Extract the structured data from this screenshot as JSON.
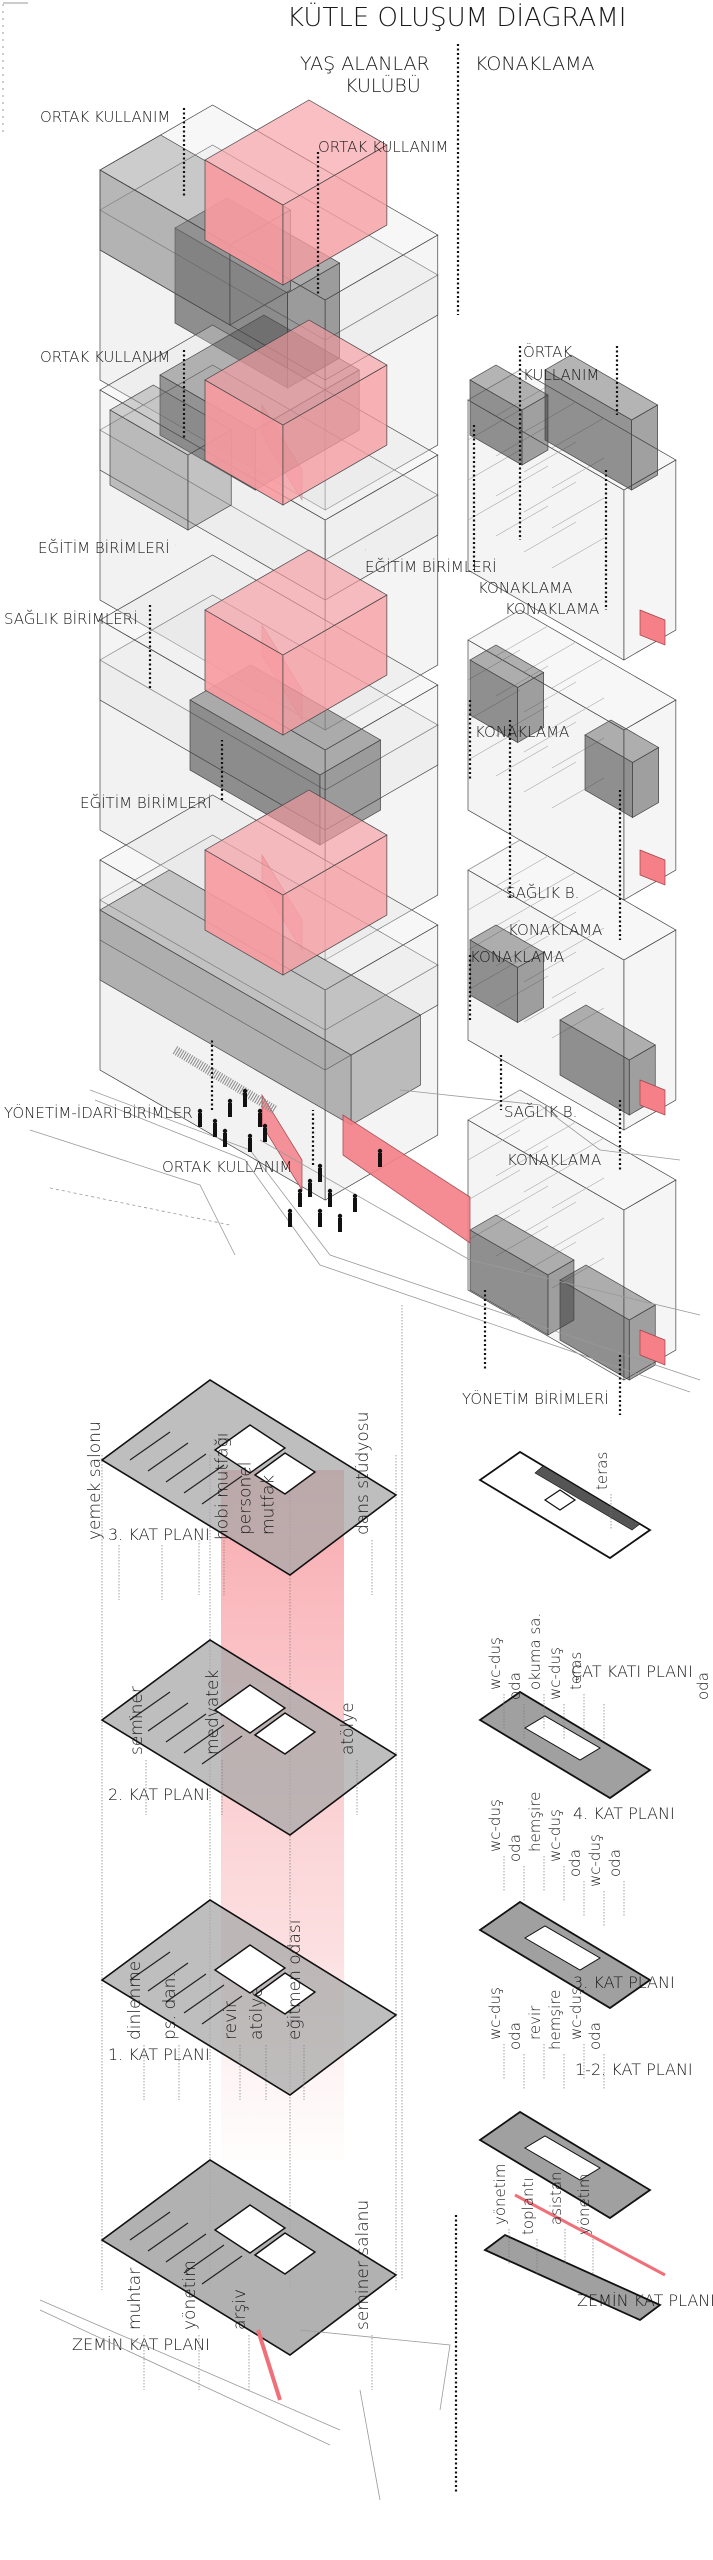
{
  "title": "KÜTLE OLUŞUM DİAGRAMI",
  "columns": {
    "left": "YAŞ ALANLAR KULÜBÜ",
    "right": "KONAKLAMA"
  },
  "colors": {
    "accent_pink": "#f79aa0",
    "dark_mass": "#3c3c3c",
    "mid_mass": "#7a7a7a",
    "ghost_mass": "#e6e6e6",
    "plan_grey": "#a8a8a8",
    "line": "#111111"
  },
  "massing": {
    "club_levels": [
      {
        "labels": [
          "ORTAK KULLANIM",
          "ORTAK KULLANIM"
        ]
      },
      {
        "labels": [
          "ORTAK KULLANIM",
          "EĞİTİM BİRİMLERİ",
          "EĞİTİM BİRİMLERİ"
        ]
      },
      {
        "labels": [
          "SAĞLIK BİRİMLERİ",
          "EĞİTİM BİRİMLERİ"
        ]
      },
      {
        "labels": [
          "YÖNETİM-İDARİ BİRİMLER",
          "ORTAK KULLANIM"
        ]
      }
    ],
    "lodging_levels": [
      {
        "labels": [
          "ÖRTAK",
          "KULLANIM",
          "KONAKLAMA",
          "KONAKLAMA"
        ]
      },
      {
        "labels": [
          "KONAKLAMA",
          "SAĞLIK B.",
          "KONAKLAMA"
        ]
      },
      {
        "labels": [
          "KONAKLAMA",
          "SAĞLIK B.",
          "KONAKLAMA"
        ]
      },
      {
        "labels": [
          "YÖNETİM BİRİMLERİ"
        ]
      }
    ]
  },
  "club_plans": [
    {
      "name": "3. KAT PLANI",
      "rooms": [
        "yemek salonu",
        "hobi mutfağı",
        "personel",
        "mutfak",
        "dans stüdyosu"
      ]
    },
    {
      "name": "2. KAT PLANI",
      "rooms": [
        "seminer",
        "medyatek",
        "atölye"
      ]
    },
    {
      "name": "1. KAT PLANI",
      "rooms": [
        "dinlenme",
        "ps. dan.",
        "revir",
        "atölye",
        "eğitmen odası"
      ]
    },
    {
      "name": "ZEMİN KAT PLANI",
      "rooms": [
        "muhtar",
        "yönetim",
        "arşiv",
        "seminer salanu"
      ]
    }
  ],
  "lodging_plans": [
    {
      "name": "ÇAT KATI PLANI",
      "rooms": [
        "teras"
      ]
    },
    {
      "name": "4. KAT PLANI",
      "rooms": [
        "wc-duş",
        "oda",
        "okuma sa.",
        "wc-duş",
        "teras",
        "oda"
      ]
    },
    {
      "name": "3. KAT PLANI",
      "rooms": [
        "wc-duş",
        "oda",
        "hemşire",
        "wc-duş",
        "oda",
        "wc-duş",
        "oda"
      ]
    },
    {
      "name": "1-2. KAT PLANI",
      "rooms": [
        "wc-duş",
        "oda",
        "revir",
        "hemşire",
        "wc-duş",
        "oda"
      ]
    },
    {
      "name": "ZEMİN KAT PLANI",
      "rooms": [
        "yönetim",
        "toplantı",
        "asistan",
        "yönetim"
      ]
    }
  ]
}
